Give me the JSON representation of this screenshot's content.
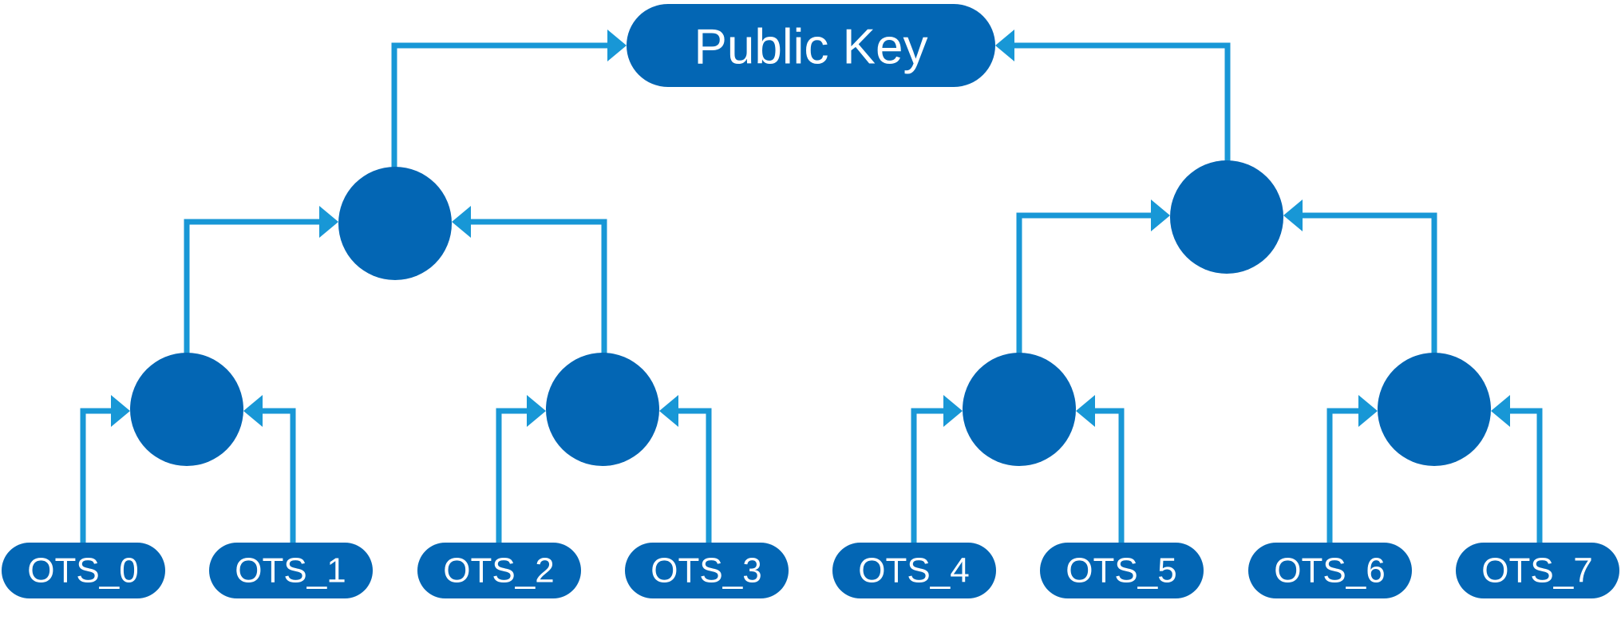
{
  "root": {
    "label": "Public Key"
  },
  "leaves": [
    "OTS_0",
    "OTS_1",
    "OTS_2",
    "OTS_3",
    "OTS_4",
    "OTS_5",
    "OTS_6",
    "OTS_7"
  ],
  "colors": {
    "node_fill": "#0366b4",
    "connector": "#1897d6",
    "label_text": "#ffffff",
    "background": "#ffffff"
  }
}
